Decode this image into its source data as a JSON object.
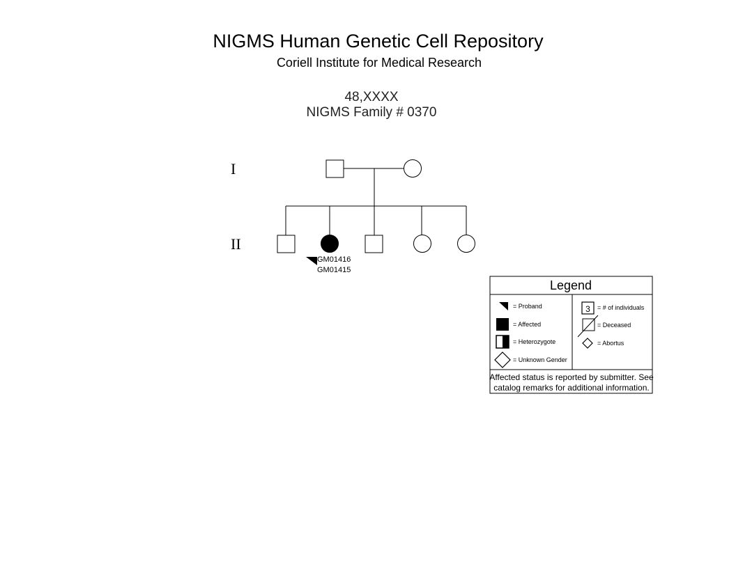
{
  "header": {
    "title": "NIGMS Human Genetic Cell Repository",
    "subtitle": "Coriell Institute for Medical Research",
    "karyotype": "48,XXXX",
    "family": "NIGMS Family # 0370"
  },
  "generations": [
    "I",
    "II"
  ],
  "samples": [
    "GM01416",
    "GM01415"
  ],
  "legend": {
    "title": "Legend",
    "proband": "= Proband",
    "affected": "= Affected",
    "heterozygote": "= Heterozygote",
    "unknown_gender": "= Unknown Gender",
    "count_value": "3",
    "count_label": "= # of individuals",
    "deceased": "= Deceased",
    "abortus": "= Abortus",
    "note_line1": "Affected status is reported by submitter.  See",
    "note_line2": "catalog remarks for additional information."
  }
}
